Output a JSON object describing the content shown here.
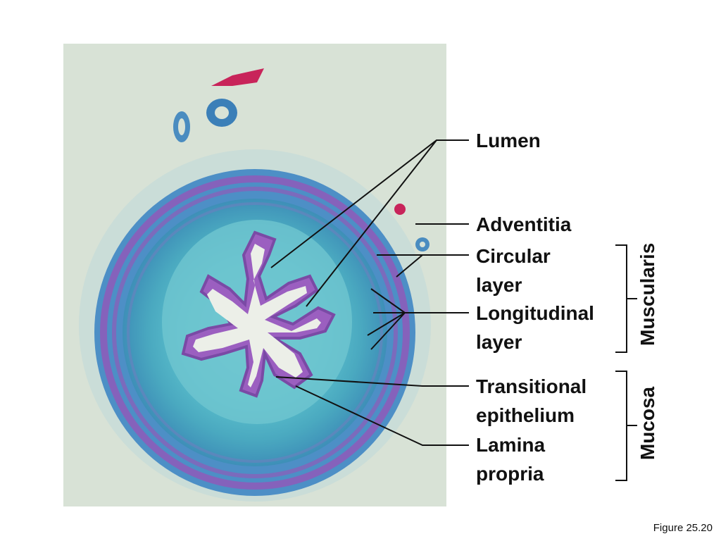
{
  "labels": {
    "lumen": "Lumen",
    "adventitia": "Adventitia",
    "circular_line1": "Circular",
    "circular_line2": "layer",
    "longitudinal_line1": "Longitudinal",
    "longitudinal_line2": "layer",
    "transitional_line1": "Transitional",
    "transitional_line2": "epithelium",
    "lamina_line1": "Lamina",
    "lamina_line2": "propria"
  },
  "groups": {
    "muscularis": "Muscularis",
    "mucosa": "Mucosa"
  },
  "figure_caption": "Figure 25.20",
  "colors": {
    "background": "#ffffff",
    "slide": "#d9e3d8",
    "tissue_teal": "#4fb3c4",
    "tissue_purple": "#8b5bb5",
    "stain_red": "#c8245a"
  }
}
